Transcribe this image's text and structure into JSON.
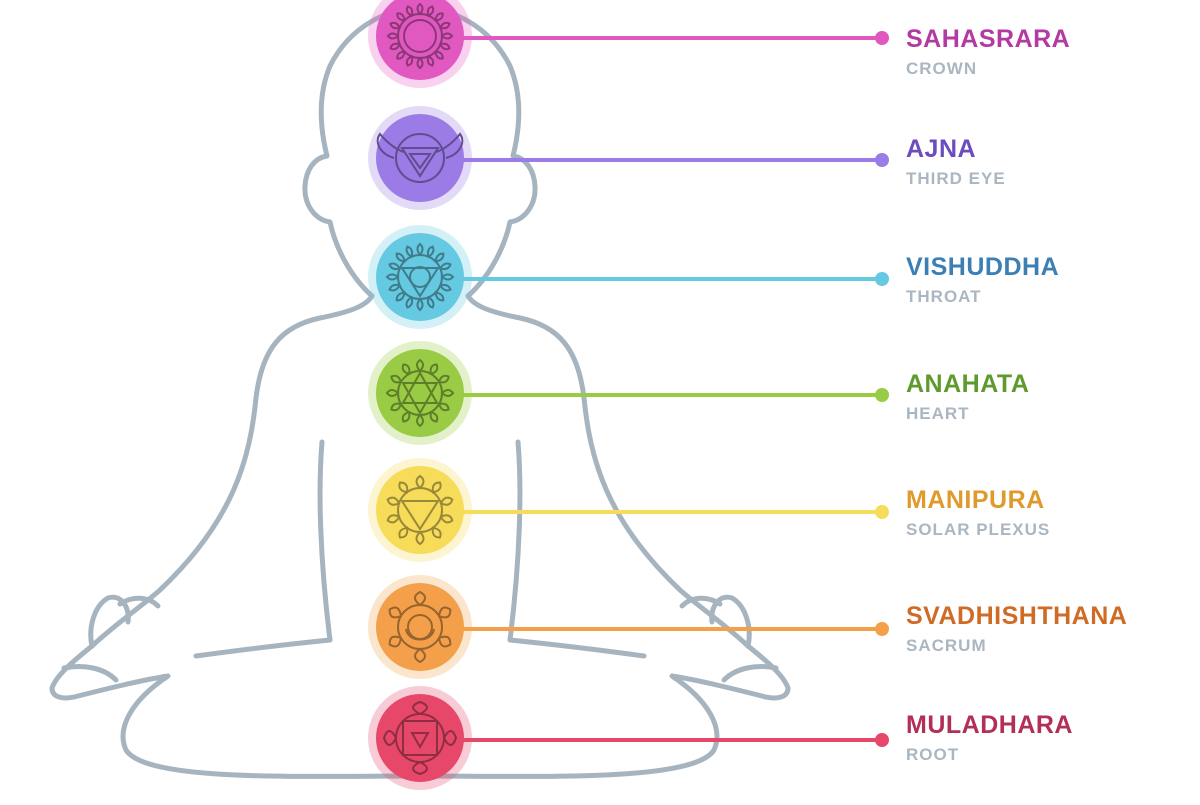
{
  "diagram": {
    "body_color": "#a6b4c0",
    "chakras": [
      {
        "name": "SAHASRARA",
        "sublabel": "CROWN",
        "color": "#e159c0",
        "label_color": "#b33aa2",
        "icon": "thousand-petal-lotus-icon"
      },
      {
        "name": "AJNA",
        "sublabel": "THIRD EYE",
        "color": "#9b7be6",
        "label_color": "#6c4dbe",
        "icon": "third-eye-triangle-icon"
      },
      {
        "name": "VISHUDDHA",
        "sublabel": "THROAT",
        "color": "#66c9e2",
        "label_color": "#3c7fb5",
        "icon": "throat-lotus-circle-icon"
      },
      {
        "name": "ANAHATA",
        "sublabel": "HEART",
        "color": "#99cc44",
        "label_color": "#5e9a2c",
        "icon": "heart-hexagram-icon"
      },
      {
        "name": "MANIPURA",
        "sublabel": "SOLAR PLEXUS",
        "color": "#f7dc5a",
        "label_color": "#e09a2c",
        "icon": "solar-plexus-triangle-icon"
      },
      {
        "name": "SVADHISHTHANA",
        "sublabel": "SACRUM",
        "color": "#f4a04a",
        "label_color": "#cf6b25",
        "icon": "sacral-crescent-icon"
      },
      {
        "name": "MULADHARA",
        "sublabel": "ROOT",
        "color": "#e7486a",
        "label_color": "#b22f55",
        "icon": "root-square-icon"
      }
    ]
  }
}
